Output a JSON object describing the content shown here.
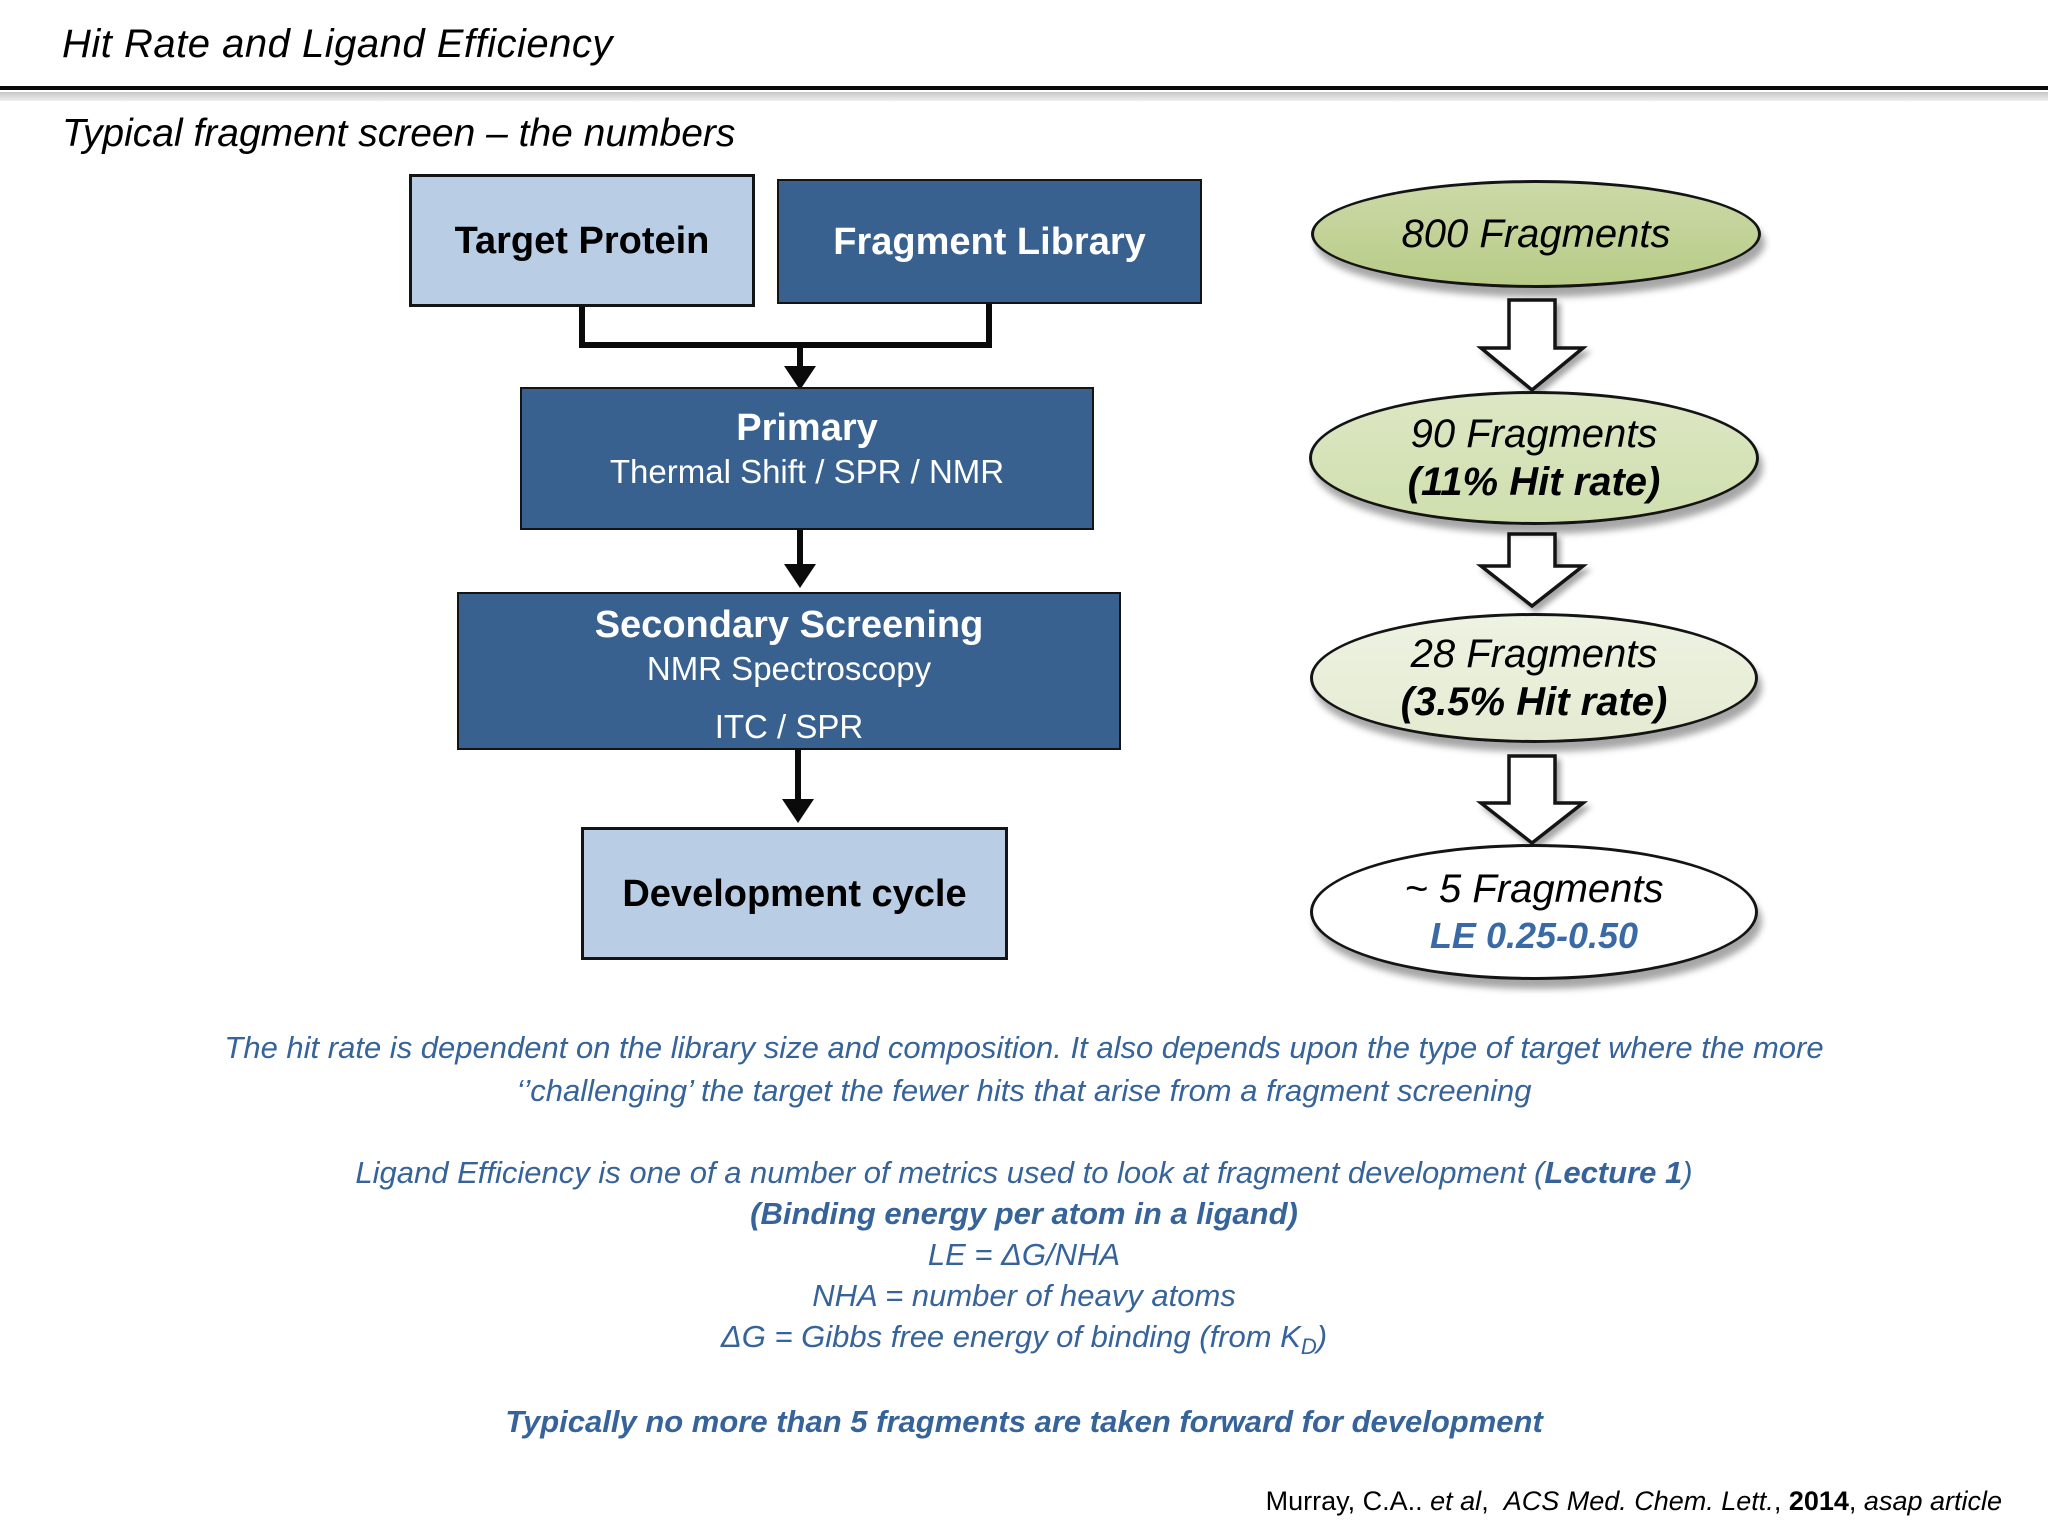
{
  "slide": {
    "title": "Hit Rate and Ligand Efficiency",
    "subtitle": "Typical fragment screen – the numbers"
  },
  "colors": {
    "dark_box": "#38618f",
    "light_box": "#b9cde5",
    "green_ellipse_1": "#c1d295",
    "green_ellipse_2": "#d6e3ba",
    "green_ellipse_3": "#e9eeda",
    "white_ellipse": "#ffffff",
    "note_text": "#366399",
    "le_text": "#3a6aa6"
  },
  "flowchart": {
    "target_protein": "Target Protein",
    "fragment_library": "Fragment Library",
    "primary_title": "Primary",
    "primary_methods": "Thermal Shift / SPR / NMR",
    "secondary_title": "Secondary Screening",
    "secondary_method1": "NMR Spectroscopy",
    "secondary_method2": "ITC / SPR",
    "development": "Development cycle"
  },
  "funnel": [
    {
      "line1": "800 Fragments",
      "line2": ""
    },
    {
      "line1": "90 Fragments",
      "line2": "(11% Hit rate)"
    },
    {
      "line1": "28 Fragments",
      "line2": "(3.5% Hit rate)"
    },
    {
      "line1": "~ 5 Fragments",
      "line2": "LE 0.25-0.50"
    }
  ],
  "notes": {
    "p1l1": "The hit rate is dependent on the library size and composition. It also depends upon the type of target where the more",
    "p1l2": "‘’challenging’ the target the fewer hits that arise from a fragment screening",
    "p2l1_pre": "Ligand Efficiency is one of a number of metrics used to look at fragment development (",
    "p2l1_bold": "Lecture 1",
    "p2l1_post": ")",
    "p2l2": "(Binding energy per atom in a ligand)",
    "p2l3": "LE = ΔG/NHA",
    "p2l4": "NHA = number of heavy atoms",
    "p2l5_pre": "ΔG = Gibbs free energy of binding (from K",
    "p2l5_sub": "D",
    "p2l5_post": ")",
    "p3": "Typically no more than 5 fragments are taken forward for development"
  },
  "citation": {
    "part1": "Murray, C.A.. ",
    "part2": "et al",
    "part3": ",  ",
    "part4": "ACS Med. Chem. Lett.",
    "part5": ", ",
    "part6": "2014",
    "part7": ", ",
    "part8": "asap article"
  }
}
